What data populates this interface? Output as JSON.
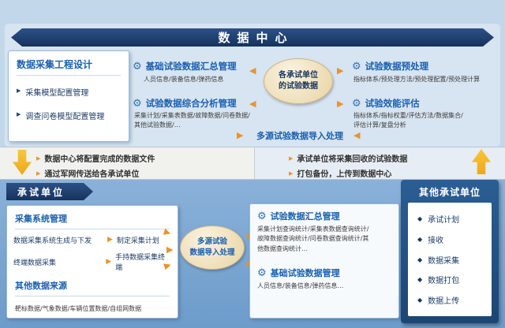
{
  "icons": {
    "gear": "⚙",
    "arrow": "▶",
    "bullet": "▶",
    "diamond": "◆"
  },
  "colors": {
    "banner_navy": "#15325c",
    "heading_blue": "#1a5fae",
    "accent_orange": "#e8942a",
    "accent_yellow": "#f2b51d",
    "oval_beige": "#ecd9ae",
    "bottom_blue": "#7aa6d1",
    "dark_panel_blue": "#1c4674"
  },
  "header": {
    "title": "数据中心"
  },
  "top": {
    "design_panel": {
      "title": "数据采集工程设计",
      "items": [
        "采集模型配置管理",
        "调查问卷模型配置管理"
      ]
    },
    "module_summary": {
      "title": "基础试验数据汇总管理",
      "desc": "人员信息/装备信息/弹药信息"
    },
    "module_analysis": {
      "title": "试验数据综合分析管理",
      "desc": "采集计划/采集表数据/故障数据/问卷数据/\n其他试验数据/…"
    },
    "center_oval": "各承试单位\n的试验数据",
    "import_label": "多源试验数据导入处理",
    "module_preprocess": {
      "title": "试验数据预处理",
      "desc": "指标体系/预处理方法/预处理配置/预处理计算"
    },
    "module_evaluate": {
      "title": "试验效能评估",
      "desc": "指标体系/指标权重/评估方法/数据集合/\n评估计算/复盘分析"
    }
  },
  "transfer": {
    "down_lines": [
      "数据中心将配置完成的数据文件",
      "通过军网传送给各承试单位"
    ],
    "up_lines": [
      "承试单位将采集回收的试验数据",
      "打包备份，上传到数据中心"
    ]
  },
  "bottom": {
    "title": "承试单位",
    "collection_panel": {
      "section1_title": "采集系统管理",
      "rows": [
        {
          "left": "数据采集系统生成与下发",
          "right": "制定采集计划"
        },
        {
          "left": "终端数据采集",
          "right": "手持数据采集终端"
        }
      ],
      "section2_title": "其他数据来源",
      "section2_desc": "靶标数据/气象数据/车辆位置数据/自组网数据"
    },
    "center_oval": "多源试验\n数据导入处理",
    "module_summary": {
      "title": "试验数据汇总管理",
      "desc": "采集计划查询统计/采集表数据查询统计/\n故障数据查询统计/问卷数据查询统计/其\n他数据查询统计…"
    },
    "module_basic": {
      "title": "基础试验数据管理",
      "desc": "人员信息/装备信息/弹药信息…"
    },
    "other_units": {
      "title": "其他承试单位",
      "items": [
        "承试计划",
        "接收",
        "数据采集",
        "数据打包",
        "数据上传"
      ]
    }
  }
}
